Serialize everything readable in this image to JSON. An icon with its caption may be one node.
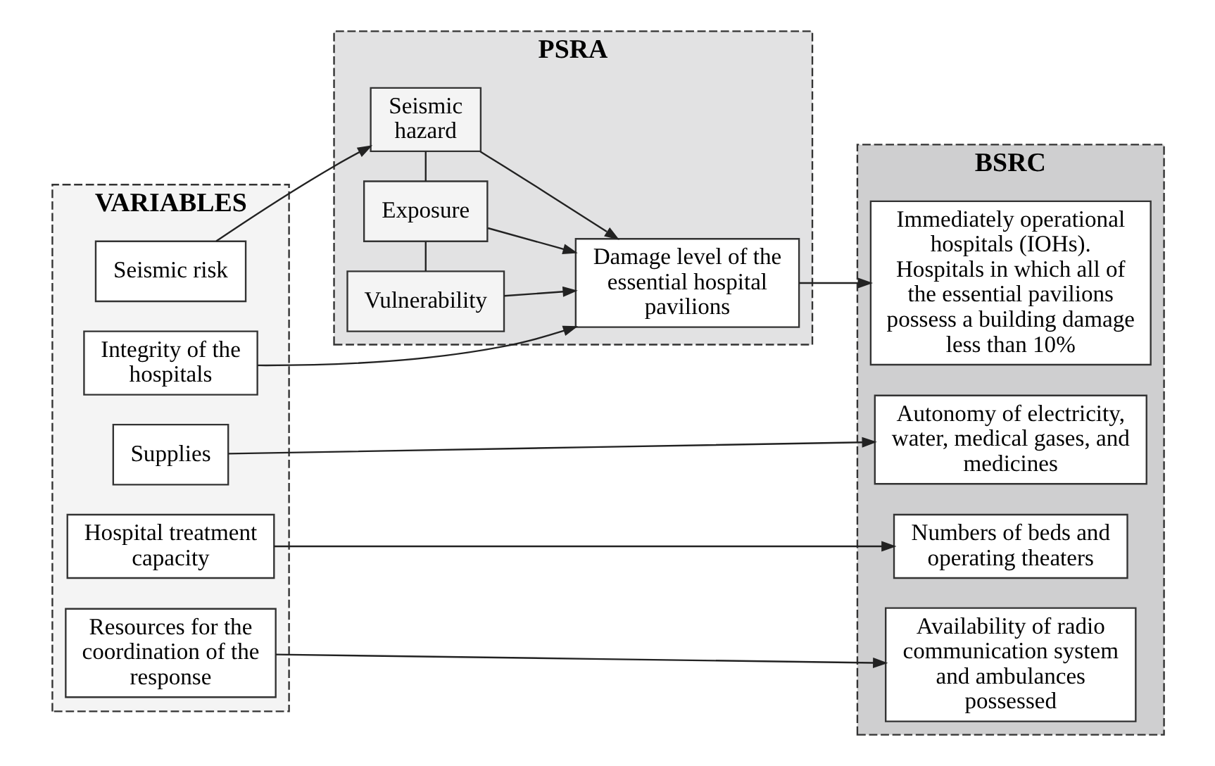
{
  "diagram": {
    "nodes": [
      {
        "text": [
          "VARIABLES"
        ]
      },
      {
        "text": [
          "Seismic risk"
        ],
        "in": 0
      },
      {
        "text": [
          "Integrity of the hospitals"
        ],
        "in": 0
      },
      {
        "text": [
          "Supplies"
        ],
        "in": 0
      },
      {
        "text": [
          "Hospital treatment capacity"
        ],
        "in": 0
      },
      {
        "text": [
          "Resources for the coordination of the response"
        ],
        "in": 0
      },
      {
        "text": [
          "PSRA"
        ]
      },
      {
        "text": [
          "Seismic hazard"
        ],
        "in": 6
      },
      {
        "text": [
          "Exposure"
        ],
        "in": 6
      },
      {
        "text": [
          "Vulnerability"
        ],
        "in": 6
      },
      {
        "text": [
          "Damage level of the essential hospital pavilions"
        ],
        "in": 6
      },
      {
        "text": [
          "BSRC"
        ]
      },
      {
        "text": [
          "Immediately operational hospitals (IOHs). Hospitals in which all of the essential pavilions possess a building damage less than 10%"
        ],
        "in": 11
      },
      {
        "text": [
          "Autonomy of electricity, water, medical gases, and medicines"
        ],
        "in": 11
      },
      {
        "text": [
          "Numbers of beds and operating theaters"
        ],
        "in": 11
      },
      {
        "text": [
          "Availability of radio communication system and ambulances possessed"
        ],
        "in": 11
      }
    ],
    "edges": [
      {
        "from": 1,
        "to": 7,
        "arrow": "to"
      },
      {
        "from": 7,
        "to": 8,
        "arrow": "none"
      },
      {
        "from": 8,
        "to": 9,
        "arrow": "none"
      },
      {
        "from": 7,
        "to": 10,
        "arrow": "to"
      },
      {
        "from": 8,
        "to": 10,
        "arrow": "to"
      },
      {
        "from": 9,
        "to": 10,
        "arrow": "to"
      },
      {
        "from": 2,
        "to": 10,
        "arrow": "to"
      },
      {
        "from": 10,
        "to": 12,
        "arrow": "to"
      },
      {
        "from": 3,
        "to": 13,
        "arrow": "to"
      },
      {
        "from": 4,
        "to": 14,
        "arrow": "to"
      },
      {
        "from": 5,
        "to": 15,
        "arrow": "to"
      }
    ]
  }
}
